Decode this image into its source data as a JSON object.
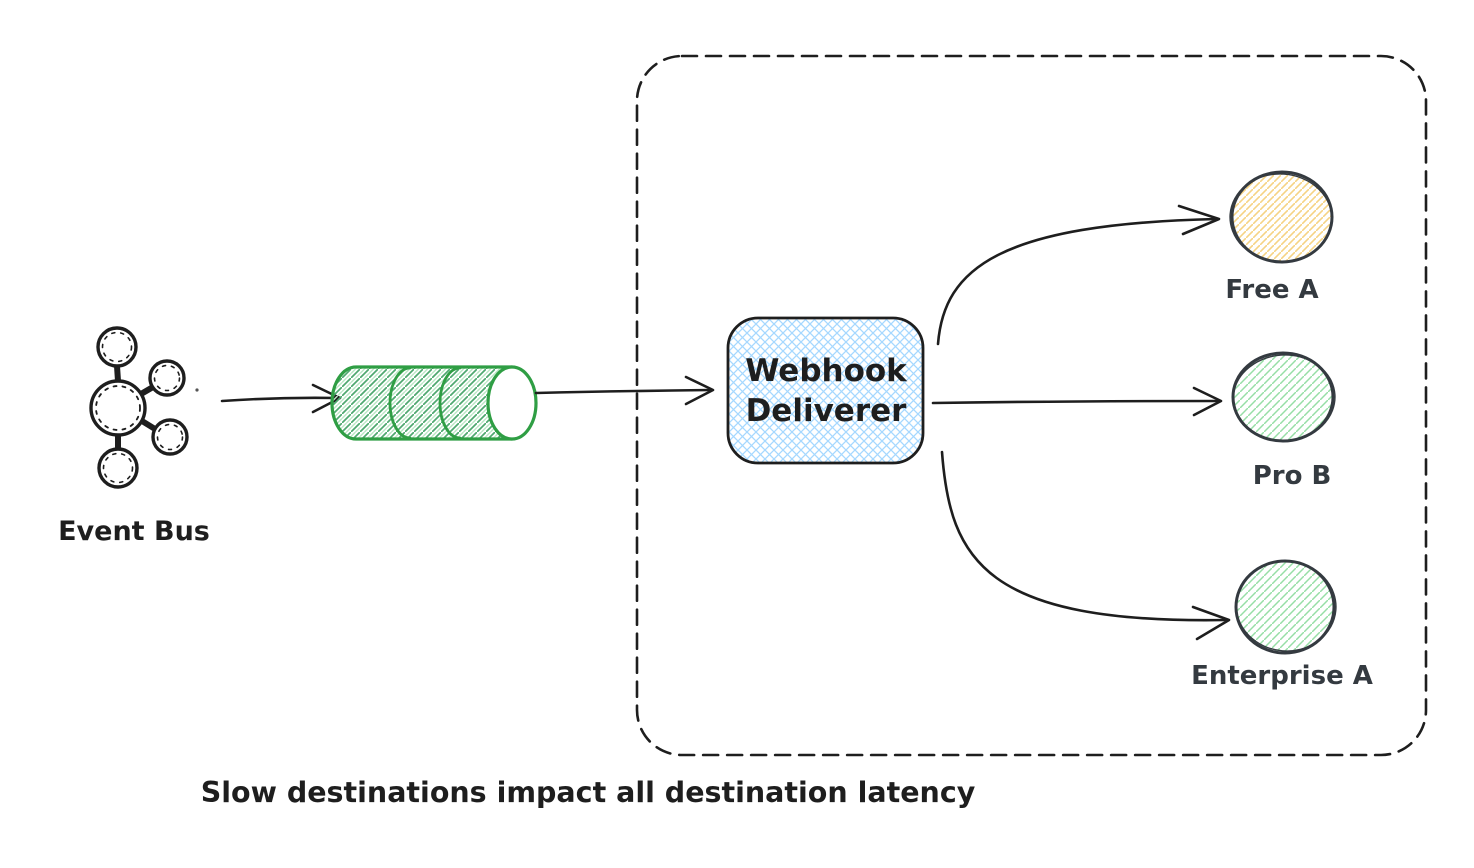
{
  "caption": "Slow destinations impact all destination latency",
  "nodes": {
    "event_bus": {
      "label": "Event Bus",
      "icon": "graph-nodes-icon"
    },
    "queue": {
      "icon": "cylinder-queue-icon"
    },
    "webhook_deliverer": {
      "line1": "Webhook",
      "line2": "Deliverer"
    },
    "destinations": [
      {
        "label": "Free A"
      },
      {
        "label": "Pro B"
      },
      {
        "label": "Enterprise A"
      }
    ]
  },
  "colors": {
    "ink": "#1e1e1e",
    "label_gray": "#343a40",
    "blue_hatch": "#a5d8ff",
    "green_stroke": "#2f9e44",
    "green_hatch_dark": "#4ea86f",
    "green_hatch_light": "#b9e6c3",
    "green_circle_hatch": "#97dea6",
    "yellow_hatch": "#f6d384"
  }
}
